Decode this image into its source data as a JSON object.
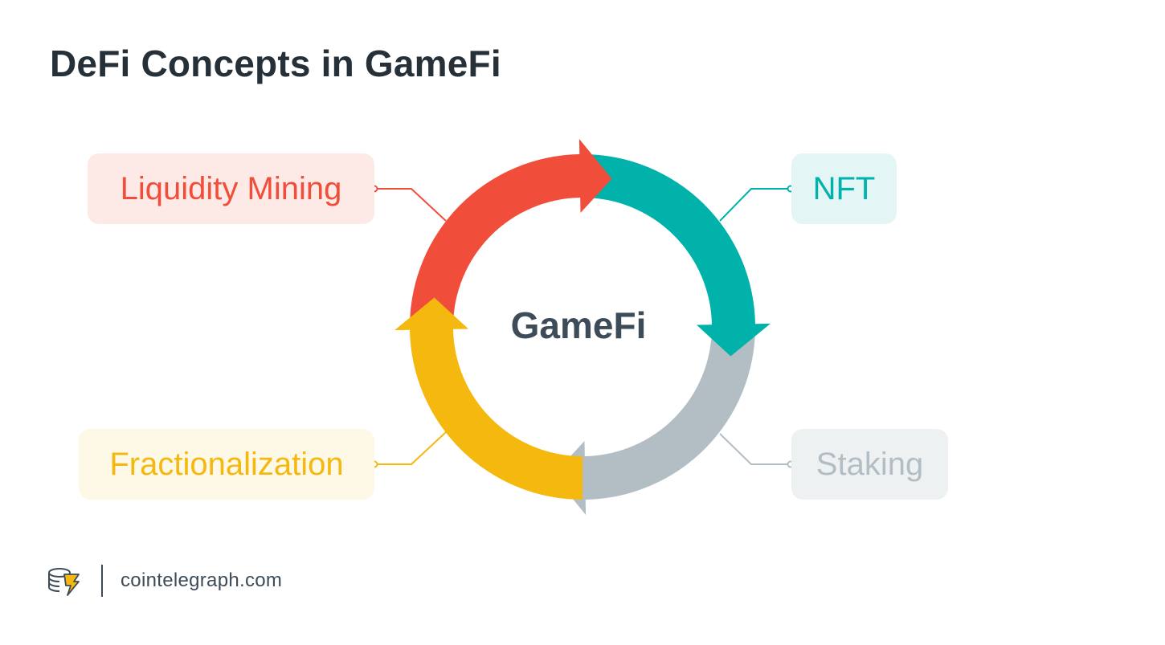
{
  "title": "DeFi Concepts in GameFi",
  "center": "GameFi",
  "concepts": [
    {
      "label": "Liquidity Mining",
      "color": "#f04e3a",
      "bg": "#fde9e6"
    },
    {
      "label": "NFT",
      "color": "#00b2a9",
      "bg": "#e3f6f5"
    },
    {
      "label": "Staking",
      "color": "#b2bec4",
      "bg": "#eef1f2"
    },
    {
      "label": "Fractionalization",
      "color": "#f5b80f",
      "bg": "#fef8e6"
    }
  ],
  "footer": {
    "site": "cointelegraph.com",
    "logo_icon": "cointelegraph-logo-icon"
  }
}
